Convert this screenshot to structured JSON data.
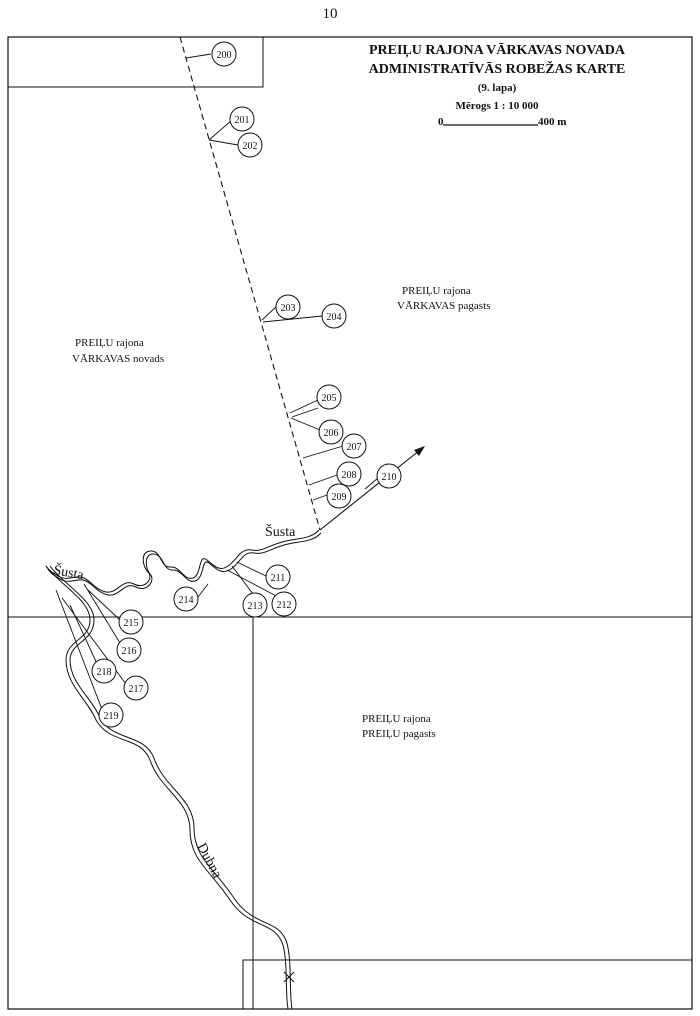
{
  "page_number": "10",
  "map": {
    "title": [
      "PREIĻU RAJONA VĀRKAVAS NOVADA",
      "ADMINISTRATĪVĀS ROBEŽAS KARTE"
    ],
    "sheet": "(9. lapa)",
    "scale": "Mērogs 1 : 10 000",
    "scale_bar": {
      "start": "0",
      "end": "400 m"
    },
    "regions": [
      {
        "name": "varkavas-novads",
        "lines": [
          "PREIĻU rajona",
          "VĀRKAVAS  novads"
        ]
      },
      {
        "name": "varkavas-pagasts",
        "lines": [
          "PREIĻU rajona",
          "VĀRKAVAS pagasts"
        ]
      },
      {
        "name": "preilu-pagasts",
        "lines": [
          "PREIĻU rajona",
          "PREIĻU pagasts"
        ]
      }
    ],
    "rivers": [
      {
        "name": "susta-east",
        "label": "Šusta"
      },
      {
        "name": "susta-west",
        "label": "Šusta"
      },
      {
        "name": "dubna",
        "label": "Dubna"
      }
    ],
    "boundary_markers": [
      "200",
      "201",
      "202",
      "203",
      "204",
      "205",
      "206",
      "207",
      "208",
      "209",
      "210",
      "211",
      "212",
      "213",
      "214",
      "215",
      "216",
      "217",
      "218",
      "219"
    ],
    "colors": {
      "ink": "#111111",
      "paper": "#ffffff"
    }
  }
}
